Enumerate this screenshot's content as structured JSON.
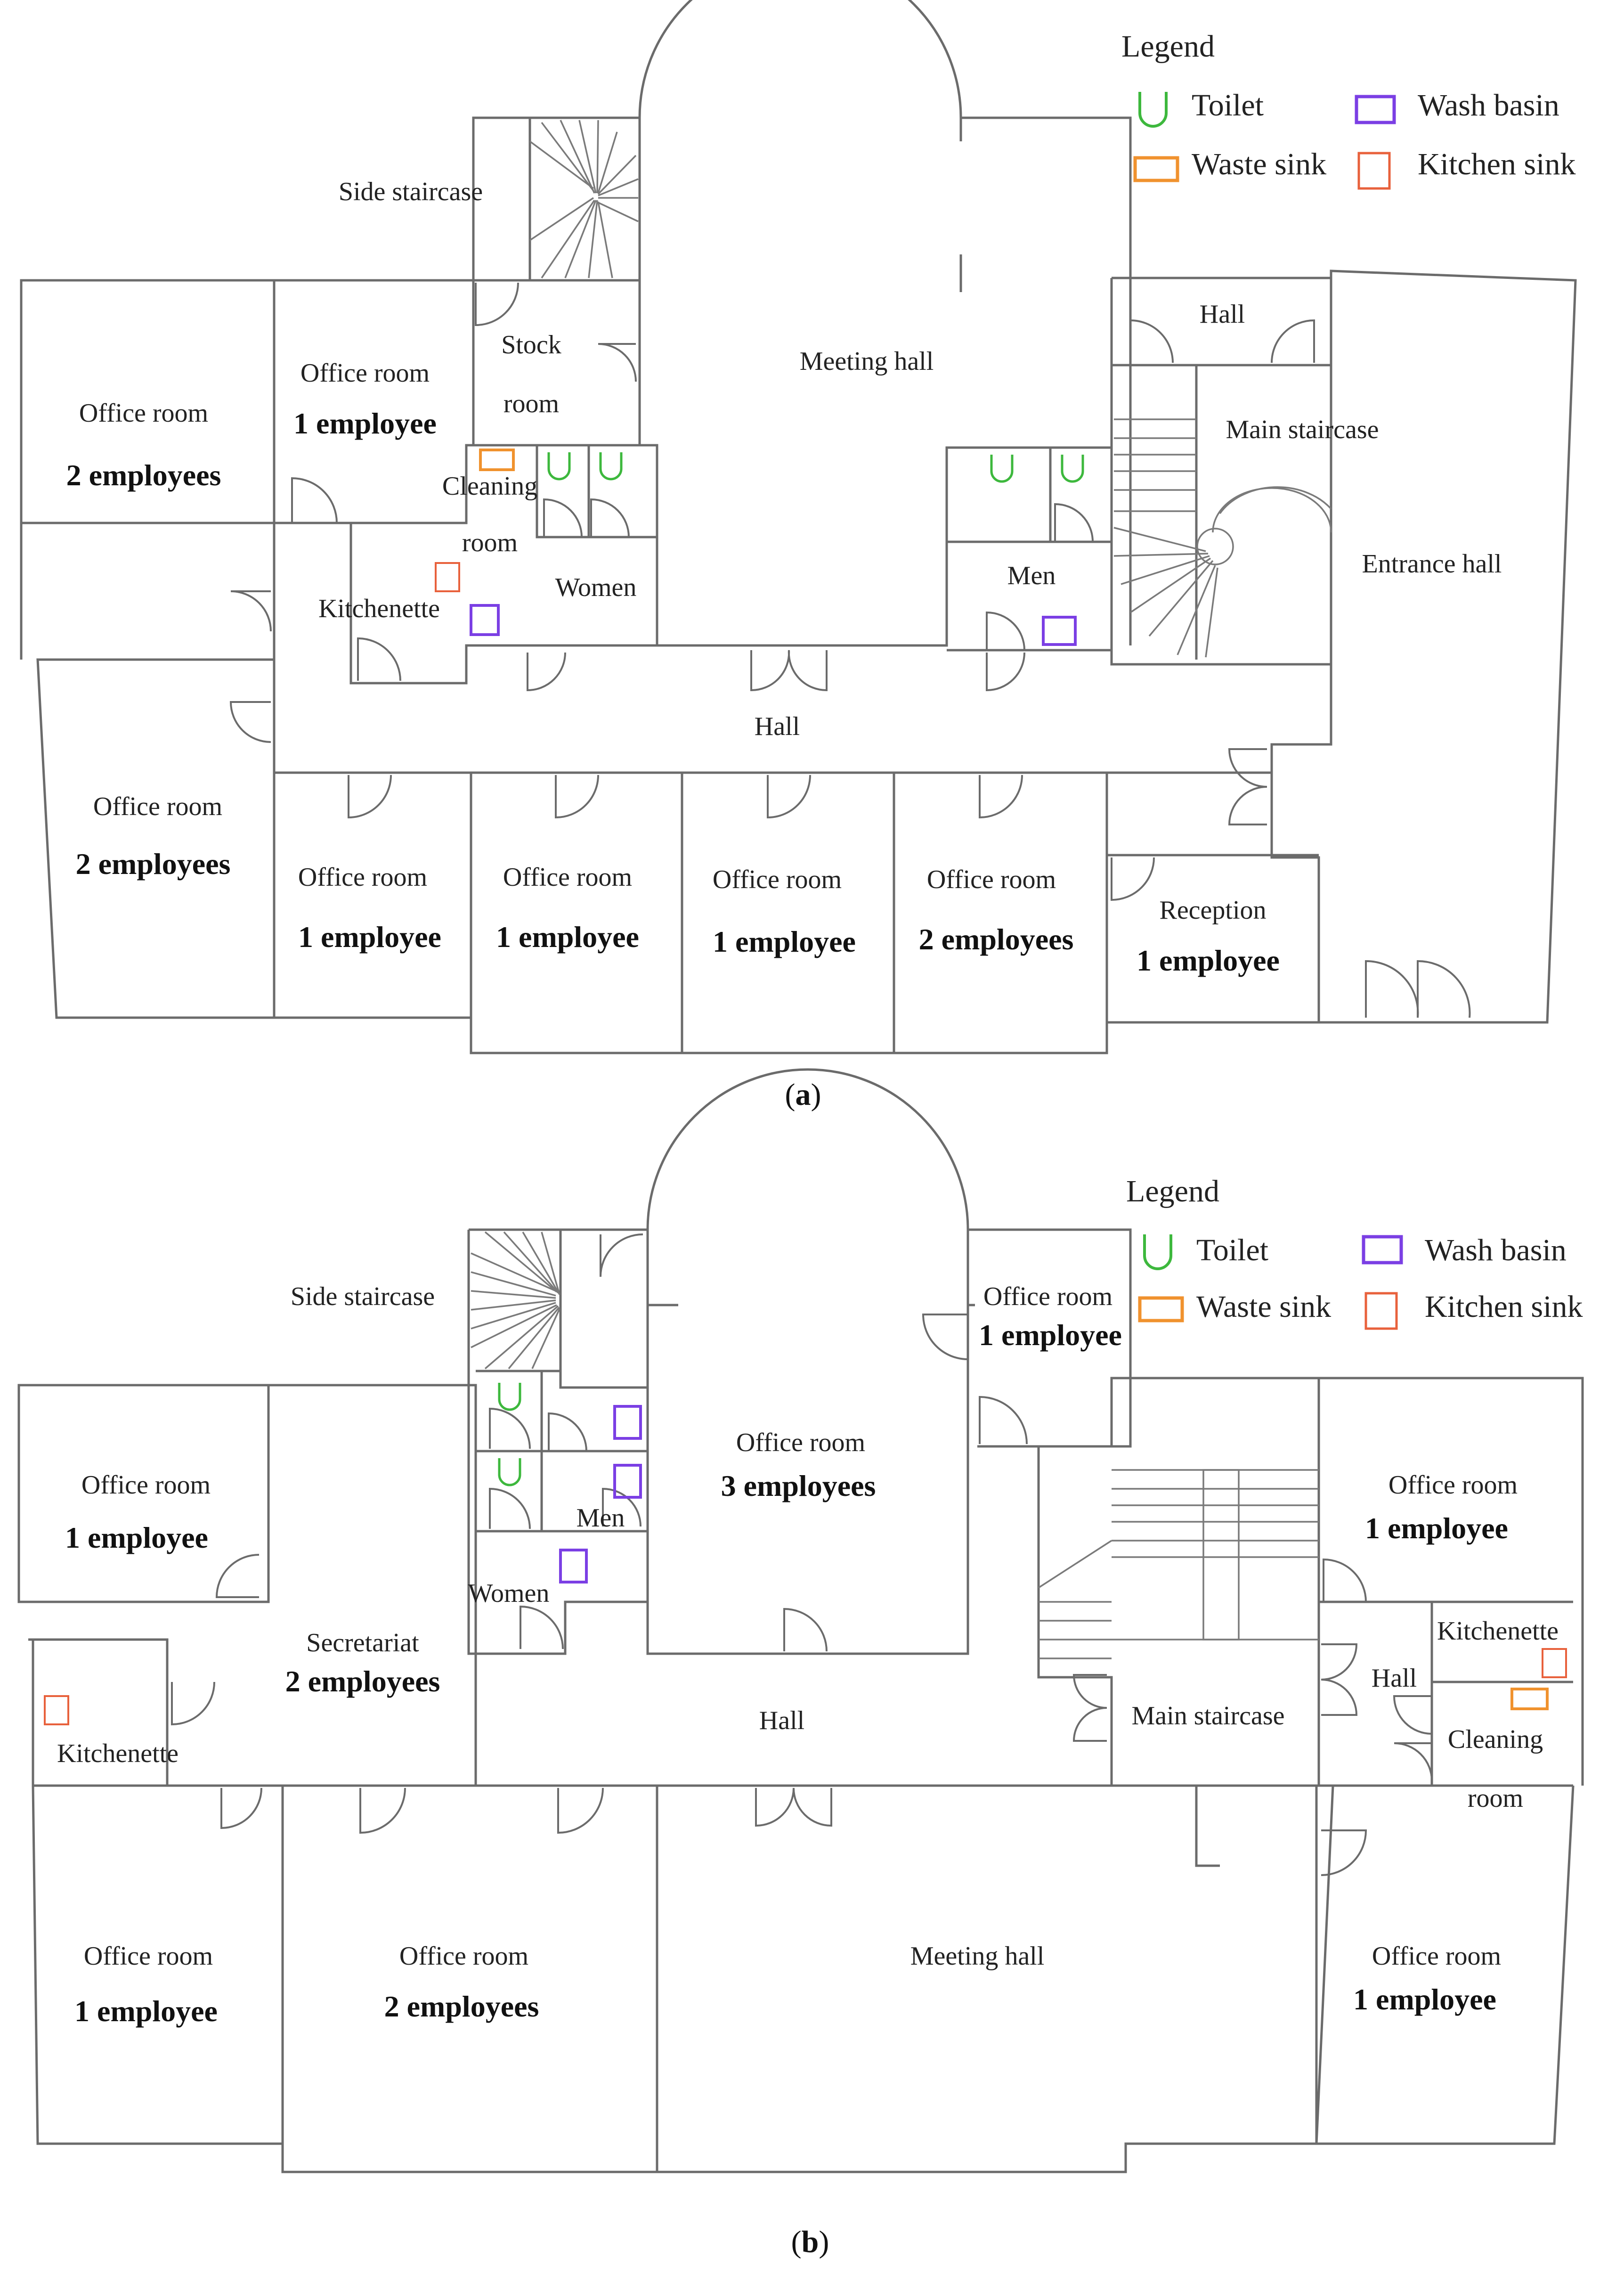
{
  "legend": {
    "title": "Legend",
    "items": [
      {
        "label": "Toilet",
        "icon": "toilet-icon",
        "color": "#3db83d"
      },
      {
        "label": "Wash basin",
        "icon": "wash-basin-icon",
        "color": "#7b3fe4"
      },
      {
        "label": "Waste sink",
        "icon": "waste-sink-icon",
        "color": "#f0922e"
      },
      {
        "label": "Kitchen sink",
        "icon": "kitchen-sink-icon",
        "color": "#e8613c"
      }
    ]
  },
  "plan_a": {
    "caption_letter": "a",
    "rooms": [
      {
        "name": "Side staircase"
      },
      {
        "name": "Office room",
        "occupancy": "2 employees"
      },
      {
        "name": "Office room",
        "occupancy": "1 employee"
      },
      {
        "name": "Stock",
        "name2": "room"
      },
      {
        "name": "Meeting hall"
      },
      {
        "name": "Hall"
      },
      {
        "name": "Main staircase"
      },
      {
        "name": "Cleaning",
        "name2": "room"
      },
      {
        "name": "Kitchenette"
      },
      {
        "name": "Women"
      },
      {
        "name": "Men"
      },
      {
        "name": "Entrance hall"
      },
      {
        "name": "Hall"
      },
      {
        "name": "Office room",
        "occupancy": "2 employees"
      },
      {
        "name": "Office room",
        "occupancy": "1 employee"
      },
      {
        "name": "Office room",
        "occupancy": "1 employee"
      },
      {
        "name": "Office room",
        "occupancy": "1 employee"
      },
      {
        "name": "Office room",
        "occupancy": "2 employees"
      },
      {
        "name": "Reception",
        "occupancy": "1 employee"
      }
    ]
  },
  "plan_b": {
    "caption_letter": "b",
    "rooms": [
      {
        "name": "Side staircase"
      },
      {
        "name": "Office room",
        "occupancy": "1 employee"
      },
      {
        "name": "Office room",
        "occupancy": "3 employees"
      },
      {
        "name": "Office room",
        "occupancy": "1 employee"
      },
      {
        "name": "Men"
      },
      {
        "name": "Women"
      },
      {
        "name": "Office room",
        "occupancy": "1 employee"
      },
      {
        "name": "Secretariat",
        "occupancy": "2 employees"
      },
      {
        "name": "Kitchenette"
      },
      {
        "name": "Hall"
      },
      {
        "name": "Main staircase"
      },
      {
        "name": "Kitchenette"
      },
      {
        "name": "Hall"
      },
      {
        "name": "Cleaning",
        "name2": "room"
      },
      {
        "name": "Office room",
        "occupancy": "1 employee"
      },
      {
        "name": "Office room",
        "occupancy": "2 employees"
      },
      {
        "name": "Meeting hall"
      },
      {
        "name": "Office room",
        "occupancy": "1 employee"
      }
    ]
  }
}
